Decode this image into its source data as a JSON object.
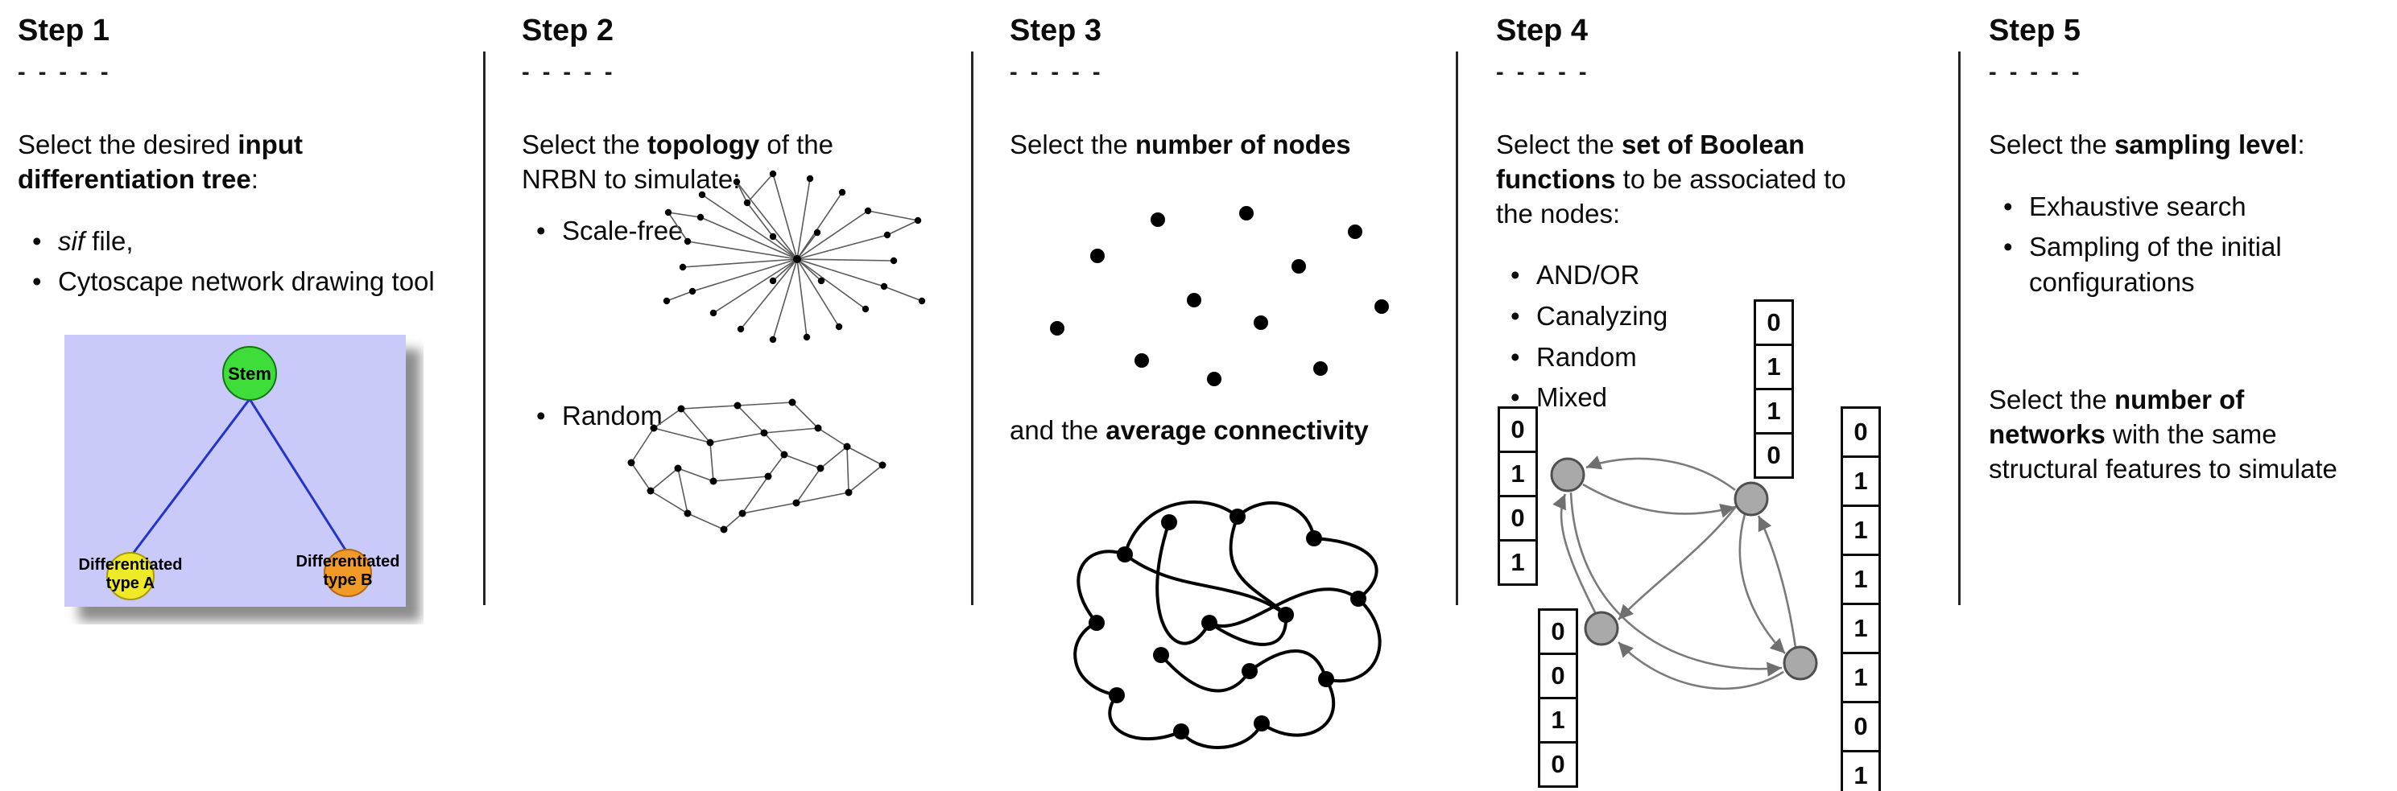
{
  "figure": {
    "dashes": "- - - - -"
  },
  "steps": [
    {
      "title": "Step 1",
      "intro": {
        "pre": "Select the desired ",
        "bold": "input differentiation tree",
        "post": ":"
      },
      "bullet_sif": {
        "italic": "sif",
        "post": " file,"
      },
      "bullet_cytoscape": "Cytoscape network drawing tool",
      "tree": {
        "root_label": "Stem",
        "left_label_line1": "Differentiated",
        "left_label_line2": "type A",
        "right_label_line1": "Differentiated",
        "right_label_line2": "type B",
        "colors": {
          "panel_bg": "#c9c9fa",
          "root_fill": "#3fdd3a",
          "left_fill": "#efea28",
          "right_fill": "#f09a28",
          "edge": "#2233cc"
        }
      }
    },
    {
      "title": "Step 2",
      "intro": {
        "pre": "Select the ",
        "bold": "topology",
        "post": " of the NRBN to simulate:"
      },
      "bullets": [
        "Scale-free",
        "Random"
      ]
    },
    {
      "title": "Step 3",
      "line1": {
        "pre": "Select the ",
        "bold": "number of nodes",
        "post": ""
      },
      "line2": {
        "pre": "and the ",
        "bold": "average connectivity",
        "post": ""
      }
    },
    {
      "title": "Step 4",
      "intro": {
        "pre": "Select the ",
        "bold": "set of Boolean functions",
        "post": " to be associated to the nodes:"
      },
      "bullets": [
        "AND/OR",
        "Canalyzing",
        "Random",
        "Mixed"
      ],
      "truth_tables": {
        "top": [
          "0",
          "1",
          "1",
          "0"
        ],
        "left": [
          "0",
          "1",
          "0",
          "1"
        ],
        "bottom_left": [
          "0",
          "0",
          "1",
          "0"
        ],
        "right": [
          "0",
          "1",
          "1",
          "1",
          "1",
          "1",
          "0",
          "1"
        ]
      }
    },
    {
      "title": "Step 5",
      "intro": {
        "pre": "Select the ",
        "bold": "sampling level",
        "post": ":"
      },
      "bullets": [
        "Exhaustive search",
        "Sampling of the initial configurations"
      ],
      "paragraph2": {
        "pre": "Select the ",
        "bold": "number of networks",
        "post": " with the same structural features to simulate"
      }
    }
  ]
}
